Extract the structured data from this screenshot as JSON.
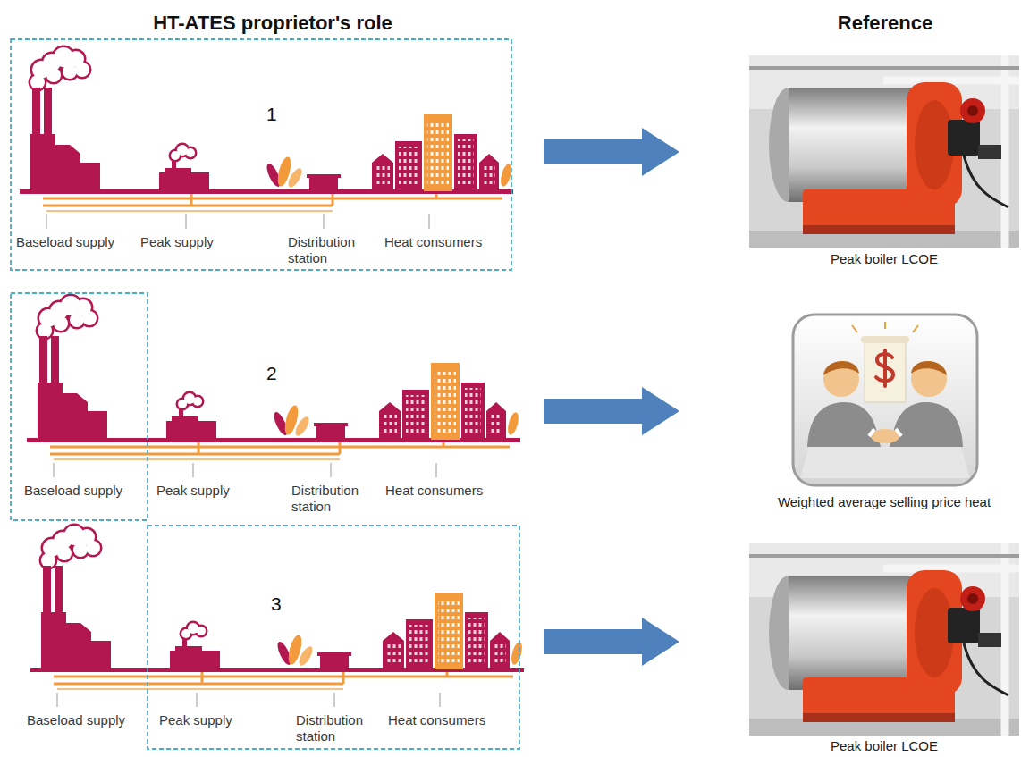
{
  "diagram": {
    "nodes": [
      {
        "text": [
          "1",
          "Baseload supply",
          "Peak supply",
          "Distribution station",
          "Heat consumers"
        ]
      },
      {
        "text": [
          "Peak boiler LCOE"
        ]
      },
      {
        "text": [
          "2",
          "Baseload supply",
          "Peak supply",
          "Distribution station",
          "Heat consumers"
        ]
      },
      {
        "text": [
          "Weighted average selling price heat"
        ]
      },
      {
        "text": [
          "3",
          "Baseload supply",
          "Peak supply",
          "Distribution station",
          "Heat consumers"
        ]
      },
      {
        "text": [
          "Peak boiler LCOE"
        ]
      }
    ],
    "edges": [
      {
        "from": 0,
        "to": 1,
        "arrow": "to"
      },
      {
        "from": 2,
        "to": 3,
        "arrow": "to"
      },
      {
        "from": 4,
        "to": 5,
        "arrow": "to"
      }
    ],
    "labels": [
      "HT-ATES proprietor's role",
      "Reference"
    ]
  }
}
